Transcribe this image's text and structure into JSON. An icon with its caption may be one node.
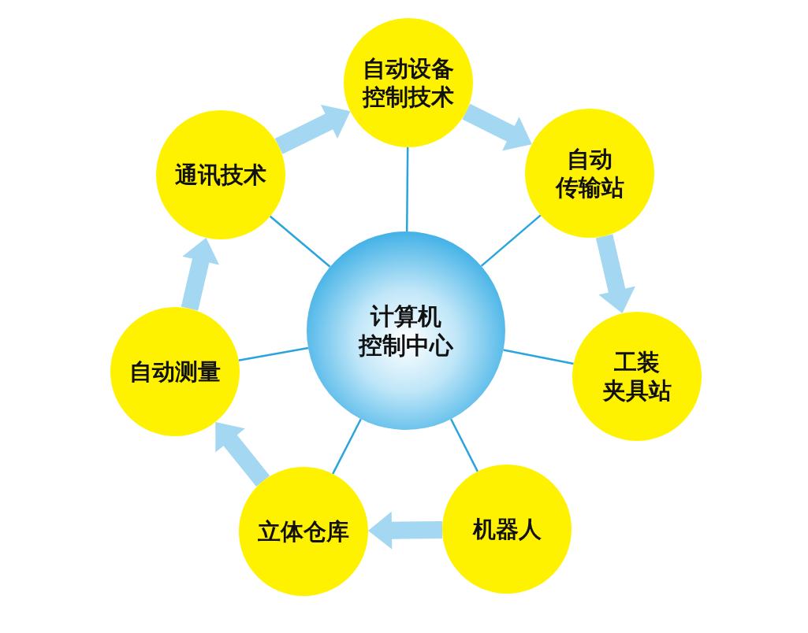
{
  "diagram": {
    "nodes": [
      {
        "text": [
          "计算机控制中心"
        ]
      },
      {
        "text": [
          "自动设备控制技术"
        ]
      },
      {
        "text": [
          "自动传输站"
        ]
      },
      {
        "text": [
          "工装夹具站"
        ]
      },
      {
        "text": [
          "机器人"
        ]
      },
      {
        "text": [
          "立体仓库"
        ]
      },
      {
        "text": [
          "自动测量"
        ]
      },
      {
        "text": [
          "通讯技术"
        ]
      }
    ],
    "edges": [
      {
        "from": 0,
        "to": 1,
        "arrow": "none"
      },
      {
        "from": 0,
        "to": 2,
        "arrow": "none"
      },
      {
        "from": 0,
        "to": 3,
        "arrow": "none"
      },
      {
        "from": 0,
        "to": 4,
        "arrow": "none"
      },
      {
        "from": 0,
        "to": 5,
        "arrow": "none"
      },
      {
        "from": 0,
        "to": 6,
        "arrow": "none"
      },
      {
        "from": 0,
        "to": 7,
        "arrow": "none"
      },
      {
        "from": 7,
        "to": 1,
        "arrow": "to",
        "style": "thick",
        "color": "#a3d7f2"
      },
      {
        "from": 1,
        "to": 2,
        "arrow": "to",
        "style": "thick",
        "color": "#a3d7f2"
      },
      {
        "from": 2,
        "to": 3,
        "arrow": "to",
        "style": "thick",
        "color": "#a3d7f2"
      },
      {
        "from": 4,
        "to": 5,
        "arrow": "to",
        "style": "thick",
        "color": "#a3d7f2"
      },
      {
        "from": 5,
        "to": 6,
        "arrow": "to",
        "style": "thick",
        "color": "#a3d7f2"
      },
      {
        "from": 6,
        "to": 7,
        "arrow": "to",
        "style": "thick",
        "color": "#a3d7f2"
      }
    ]
  }
}
